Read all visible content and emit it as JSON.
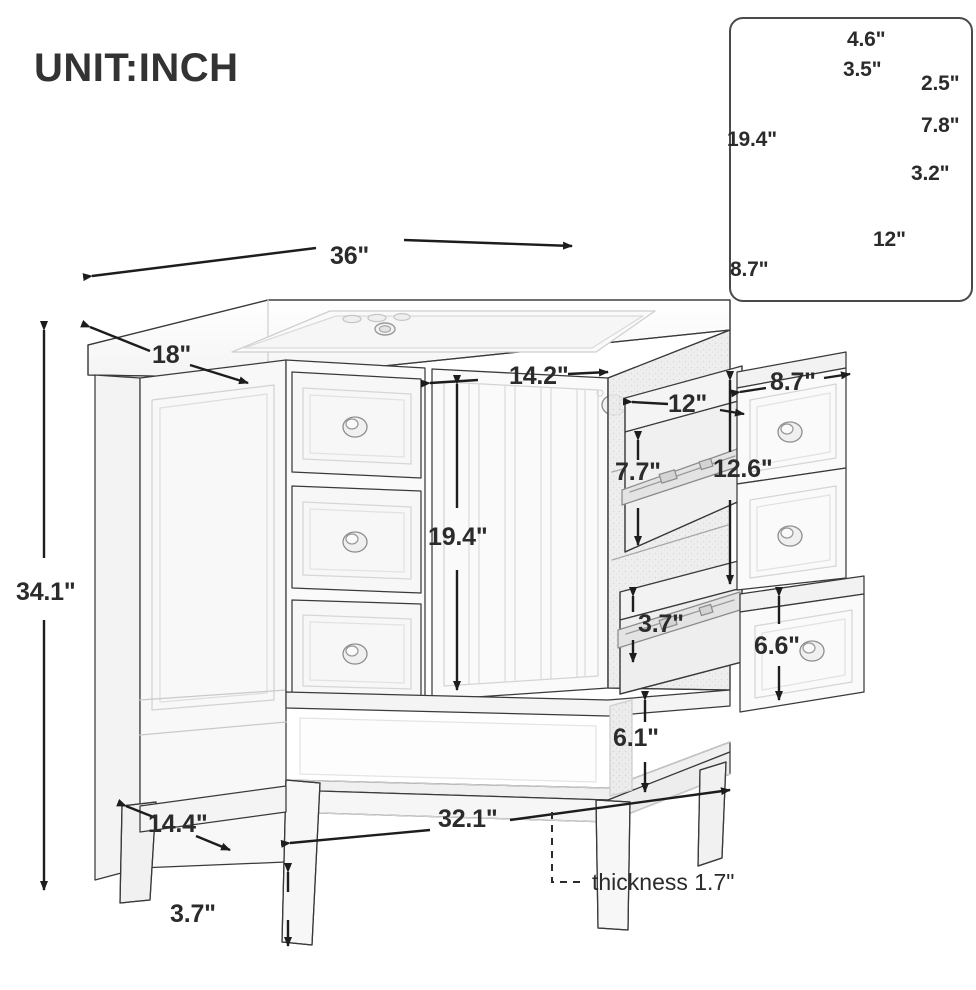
{
  "title": "UNIT:INCH",
  "product": "bathroom vanity cabinet with sink, three left drawers, center slatted door, two right drawers and open bottom shelf",
  "drawing": {
    "units": "inch",
    "thickness_note": "thickness 1.7\""
  },
  "main_dimensions": [
    {
      "name": "overall-width",
      "label": "36\"",
      "axis": "horizontal",
      "location": "top of countertop"
    },
    {
      "name": "overall-depth",
      "label": "18\"",
      "axis": "diagonal",
      "location": "countertop left side"
    },
    {
      "name": "overall-height",
      "label": "34.1\"",
      "axis": "vertical",
      "location": "far left"
    },
    {
      "name": "door-width",
      "label": "14.2\"",
      "axis": "horizontal",
      "location": "center cabinet door"
    },
    {
      "name": "door-height",
      "label": "19.4\"",
      "axis": "vertical",
      "location": "center cabinet door"
    },
    {
      "name": "drawer-depth",
      "label": "12\"",
      "axis": "horizontal",
      "location": "open upper right drawer"
    },
    {
      "name": "inner-compartment-height",
      "label": "7.7\"",
      "axis": "vertical",
      "location": "cabinet interior upper"
    },
    {
      "name": "right-drawer-width",
      "label": "8.7\"",
      "axis": "horizontal",
      "location": "upper right drawer front"
    },
    {
      "name": "right-drawer-stack-height",
      "label": "12.6\"",
      "axis": "vertical",
      "location": "right drawer stack"
    },
    {
      "name": "lower-drawer-clearance",
      "label": "3.7\"",
      "axis": "vertical",
      "location": "open lower right drawer"
    },
    {
      "name": "lower-drawer-height",
      "label": "6.6\"",
      "axis": "vertical",
      "location": "lower right drawer front"
    },
    {
      "name": "shelf-clearance",
      "label": "6.1\"",
      "axis": "vertical",
      "location": "open bottom shelf"
    },
    {
      "name": "shelf-width",
      "label": "32.1\"",
      "axis": "horizontal",
      "location": "bottom shelf"
    },
    {
      "name": "shelf-depth",
      "label": "14.4\"",
      "axis": "diagonal",
      "location": "bottom shelf left"
    },
    {
      "name": "leg-height",
      "label": "3.7\"",
      "axis": "vertical",
      "location": "front leg"
    },
    {
      "name": "panel-thickness",
      "label": "thickness 1.7\"",
      "axis": "leader",
      "location": "bottom shelf edge"
    }
  ],
  "inset_dimensions": [
    {
      "name": "inset-drawer-divider-width",
      "label": "4.6\"",
      "axis": "diagonal",
      "location": "top drawer rear compartment"
    },
    {
      "name": "inset-drawer-compartment-width",
      "label": "3.5\"",
      "axis": "horizontal",
      "location": "top drawer front compartment"
    },
    {
      "name": "inset-top-drawer-height",
      "label": "2.5\"",
      "axis": "vertical",
      "location": "top drawer side"
    },
    {
      "name": "inset-middle-drawer-height",
      "label": "7.8\"",
      "axis": "vertical",
      "location": "middle drawer side"
    },
    {
      "name": "inset-bottom-drawer-height",
      "label": "3.2\"",
      "axis": "vertical",
      "location": "bottom drawer side"
    },
    {
      "name": "inset-drawer-depth",
      "label": "12\"",
      "axis": "horizontal",
      "location": "bottom drawer slide"
    },
    {
      "name": "inset-drawer-width",
      "label": "8.7\"",
      "axis": "diagonal",
      "location": "drawer fronts"
    },
    {
      "name": "inset-stack-height",
      "label": "19.4\"",
      "axis": "vertical",
      "location": "left of drawer stack"
    }
  ],
  "colors": {
    "line": "#3a3a3a",
    "dimension": "#2b2b2b",
    "fill_light": "#fbfbfb",
    "fill_shade": "#f0f0f0",
    "fill_shade2": "#e6e6e6",
    "background": "#ffffff"
  }
}
